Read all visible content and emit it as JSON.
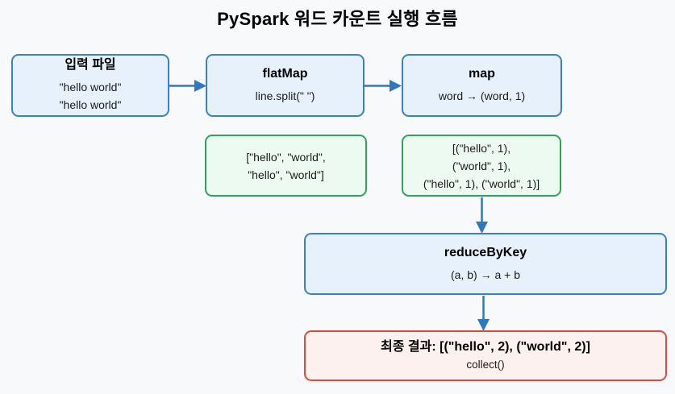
{
  "title": "PySpark 워드 카운트 실행 흐름",
  "colors": {
    "background": "#f7f9fa",
    "process_fill": "#e7f1fb",
    "process_border": "#3b80c4",
    "data_fill": "#edfaf1",
    "data_border": "#2ea35c",
    "result_fill": "#fdf1f0",
    "result_border": "#e2473c",
    "arrow": "#2e78c0",
    "heading_text": "#000000",
    "body_text": "#1b1b1b"
  },
  "nodes": {
    "input_file": {
      "title": "입력 파일",
      "lines": [
        "\"hello world\"",
        "\"hello world\""
      ]
    },
    "flatmap": {
      "title": "flatMap",
      "lines": [
        "line.split(\" \")"
      ]
    },
    "map": {
      "title": "map",
      "lines": [
        "word → (word, 1)"
      ]
    },
    "flatmap_output": {
      "lines": [
        "[\"hello\", \"world\",",
        "\"hello\", \"world\"]"
      ]
    },
    "map_output": {
      "lines": [
        "[(\"hello\", 1),",
        "(\"world\", 1),",
        "(\"hello\", 1), (\"world\", 1)]"
      ]
    },
    "reduce_by_key": {
      "title": "reduceByKey",
      "lines": [
        "(a, b) → a + b"
      ]
    },
    "final_result": {
      "title": "최종 결과: [(\"hello\", 2), (\"world\", 2)]",
      "lines": [
        "collect()"
      ]
    }
  }
}
